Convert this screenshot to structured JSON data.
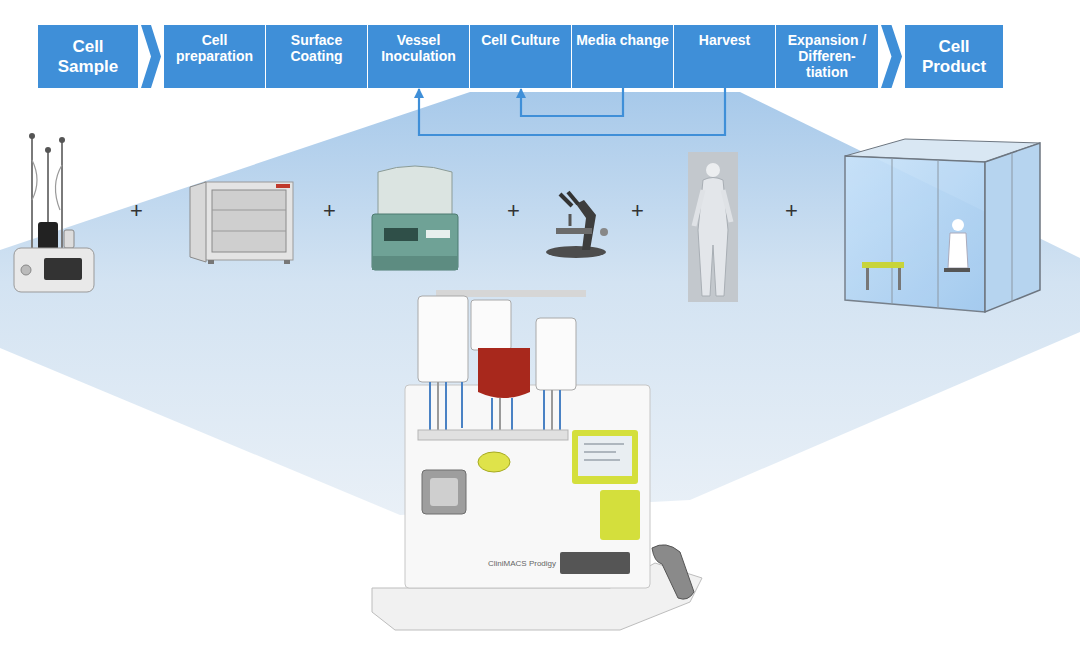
{
  "diagram": {
    "nodes": [
      {
        "text": [
          "Cell Sample"
        ]
      },
      {
        "text": [
          "Cell preparation"
        ]
      },
      {
        "text": [
          "Surface Coating"
        ]
      },
      {
        "text": [
          "Vessel Inoculation"
        ]
      },
      {
        "text": [
          "Cell Culture"
        ]
      },
      {
        "text": [
          "Media change"
        ]
      },
      {
        "text": [
          "Harvest"
        ]
      },
      {
        "text": [
          "Expansion / Differen- tiation"
        ]
      },
      {
        "text": [
          "Cell Product"
        ]
      }
    ],
    "edges": [
      {
        "from": 0,
        "to": 1,
        "arrow": "to"
      },
      {
        "from": 7,
        "to": 8,
        "arrow": "to"
      },
      {
        "from": 6,
        "to": 3,
        "arrow": "to"
      },
      {
        "from": 5,
        "to": 4,
        "arrow": "to"
      }
    ],
    "labels": [
      "+",
      "+",
      "+",
      "+",
      "+",
      "CliniMACS Prodigy"
    ]
  }
}
